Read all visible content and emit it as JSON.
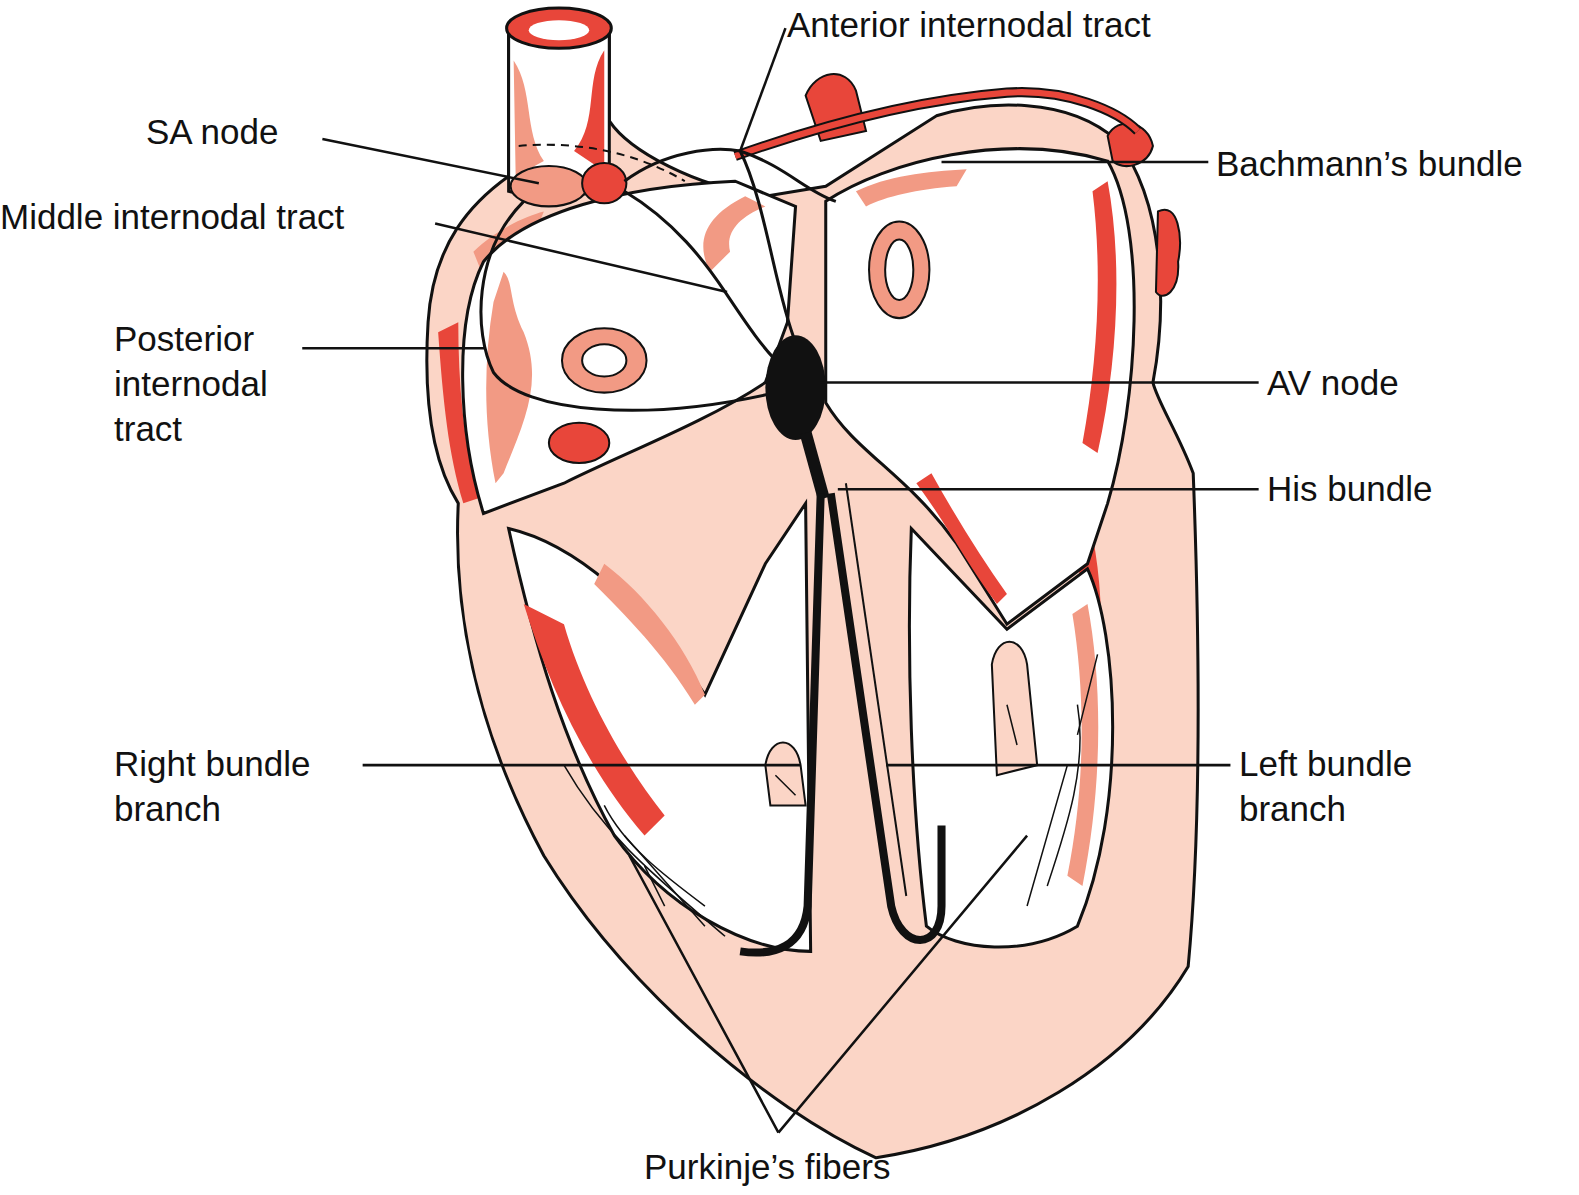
{
  "diagram": {
    "labels": [
      "Anterior internodal tract",
      "SA node",
      "Middle internodal tract",
      "Posterior internodal tract",
      "Bachmann’s bundle",
      "AV node",
      "His bundle",
      "Right bundle branch",
      "Left bundle branch",
      "Purkinje’s fibers"
    ]
  }
}
